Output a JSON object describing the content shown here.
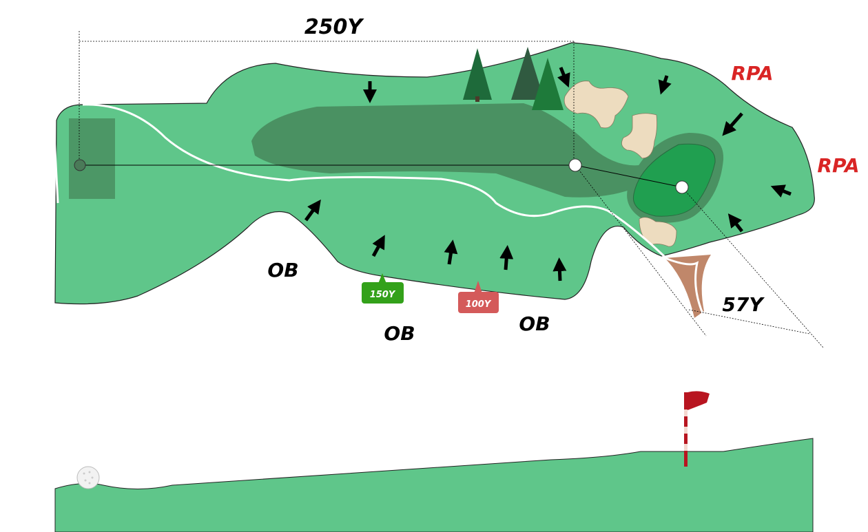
{
  "hole_map": {
    "tee_distance_label": "250Y",
    "hazard_labels": [
      "OB",
      "OB",
      "OB"
    ],
    "rpa_labels": [
      "RPA",
      "RPA"
    ],
    "green_depth_label": "57Y",
    "yardage_markers": [
      {
        "label": "150Y",
        "color": "#33a11a"
      },
      {
        "label": "100Y",
        "color": "#d45a5a"
      }
    ]
  },
  "colors": {
    "rough": "#5fc68a",
    "fairway": "#4a9162",
    "green": "#209f50",
    "bunker": "#eddcbf",
    "creek": "#c0876a",
    "rpa": "#d92525",
    "flag": "#b81520"
  }
}
